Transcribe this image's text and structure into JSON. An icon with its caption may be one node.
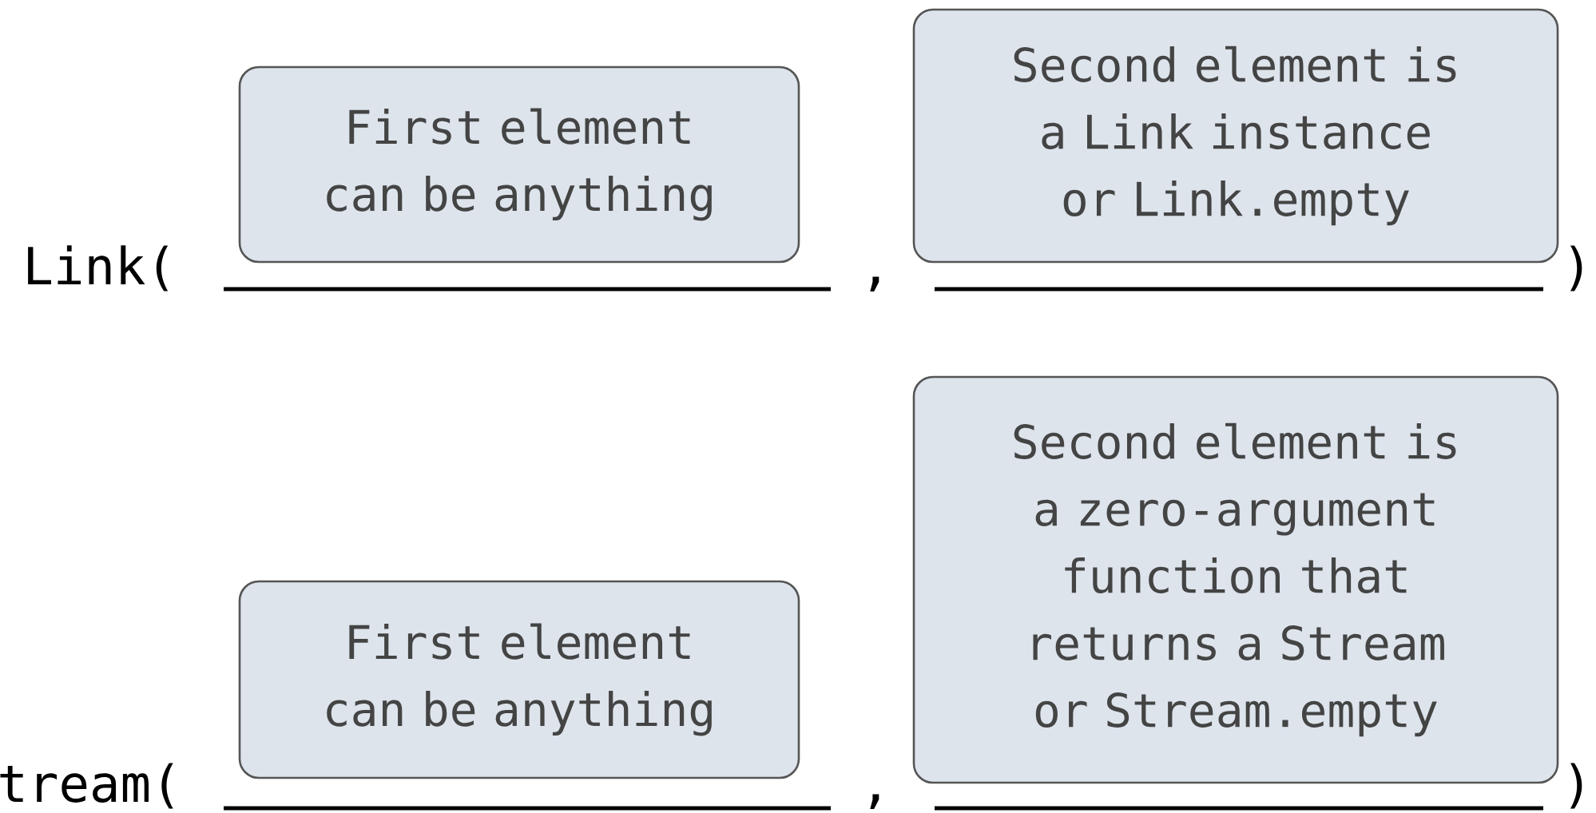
{
  "diagram": {
    "nodes": [
      {
        "text": [
          "First element can be anything"
        ]
      },
      {
        "text": [
          "Second element is a Link instance or Link.empty"
        ]
      },
      {
        "text": [
          "First element can be anything"
        ]
      },
      {
        "text": [
          "Second element is a zero-argument function that returns a Stream or Stream.empty"
        ]
      }
    ],
    "labels": [
      "Link(",
      ",",
      ")",
      "tream(",
      ",",
      ")"
    ]
  }
}
